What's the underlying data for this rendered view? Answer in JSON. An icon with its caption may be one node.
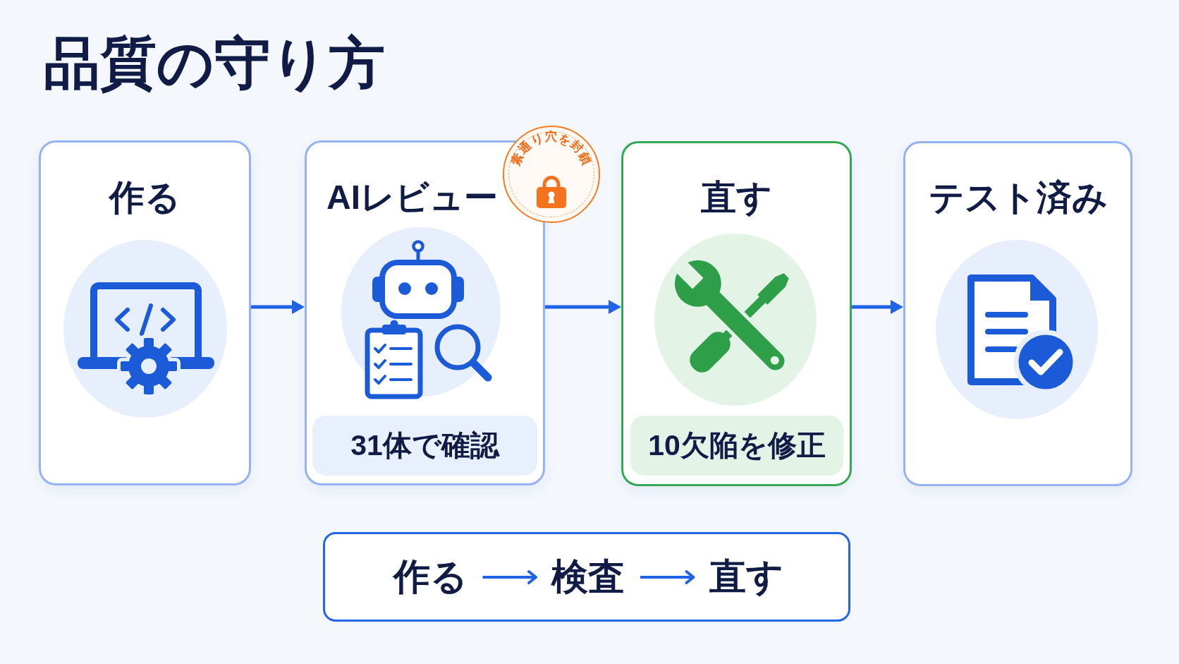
{
  "diagram": {
    "title": "品質の守り方",
    "nodes": [
      {
        "text": [
          "作る"
        ]
      },
      {
        "text": [
          "AIレビュー"
        ]
      },
      {
        "text": [
          "31体で確認"
        ],
        "in": 1
      },
      {
        "text": [
          "素通り穴を封鎖"
        ]
      },
      {
        "text": [
          "直す"
        ]
      },
      {
        "text": [
          "10欠陥を修正"
        ],
        "in": 4
      },
      {
        "text": [
          "テスト済み"
        ]
      },
      {
        "text": [],
        "shape": "box"
      },
      {
        "text": [
          "作る"
        ],
        "in": 7
      },
      {
        "text": [
          "検査"
        ],
        "in": 7
      },
      {
        "text": [
          "直す"
        ],
        "in": 7
      }
    ],
    "edges": [
      {
        "from": 0,
        "to": 1,
        "arrow": "to"
      },
      {
        "from": 1,
        "to": 4,
        "arrow": "to"
      },
      {
        "from": 4,
        "to": 6,
        "arrow": "to"
      },
      {
        "from": 8,
        "to": 9,
        "arrow": "to"
      },
      {
        "from": 9,
        "to": 10,
        "arrow": "to"
      }
    ]
  }
}
